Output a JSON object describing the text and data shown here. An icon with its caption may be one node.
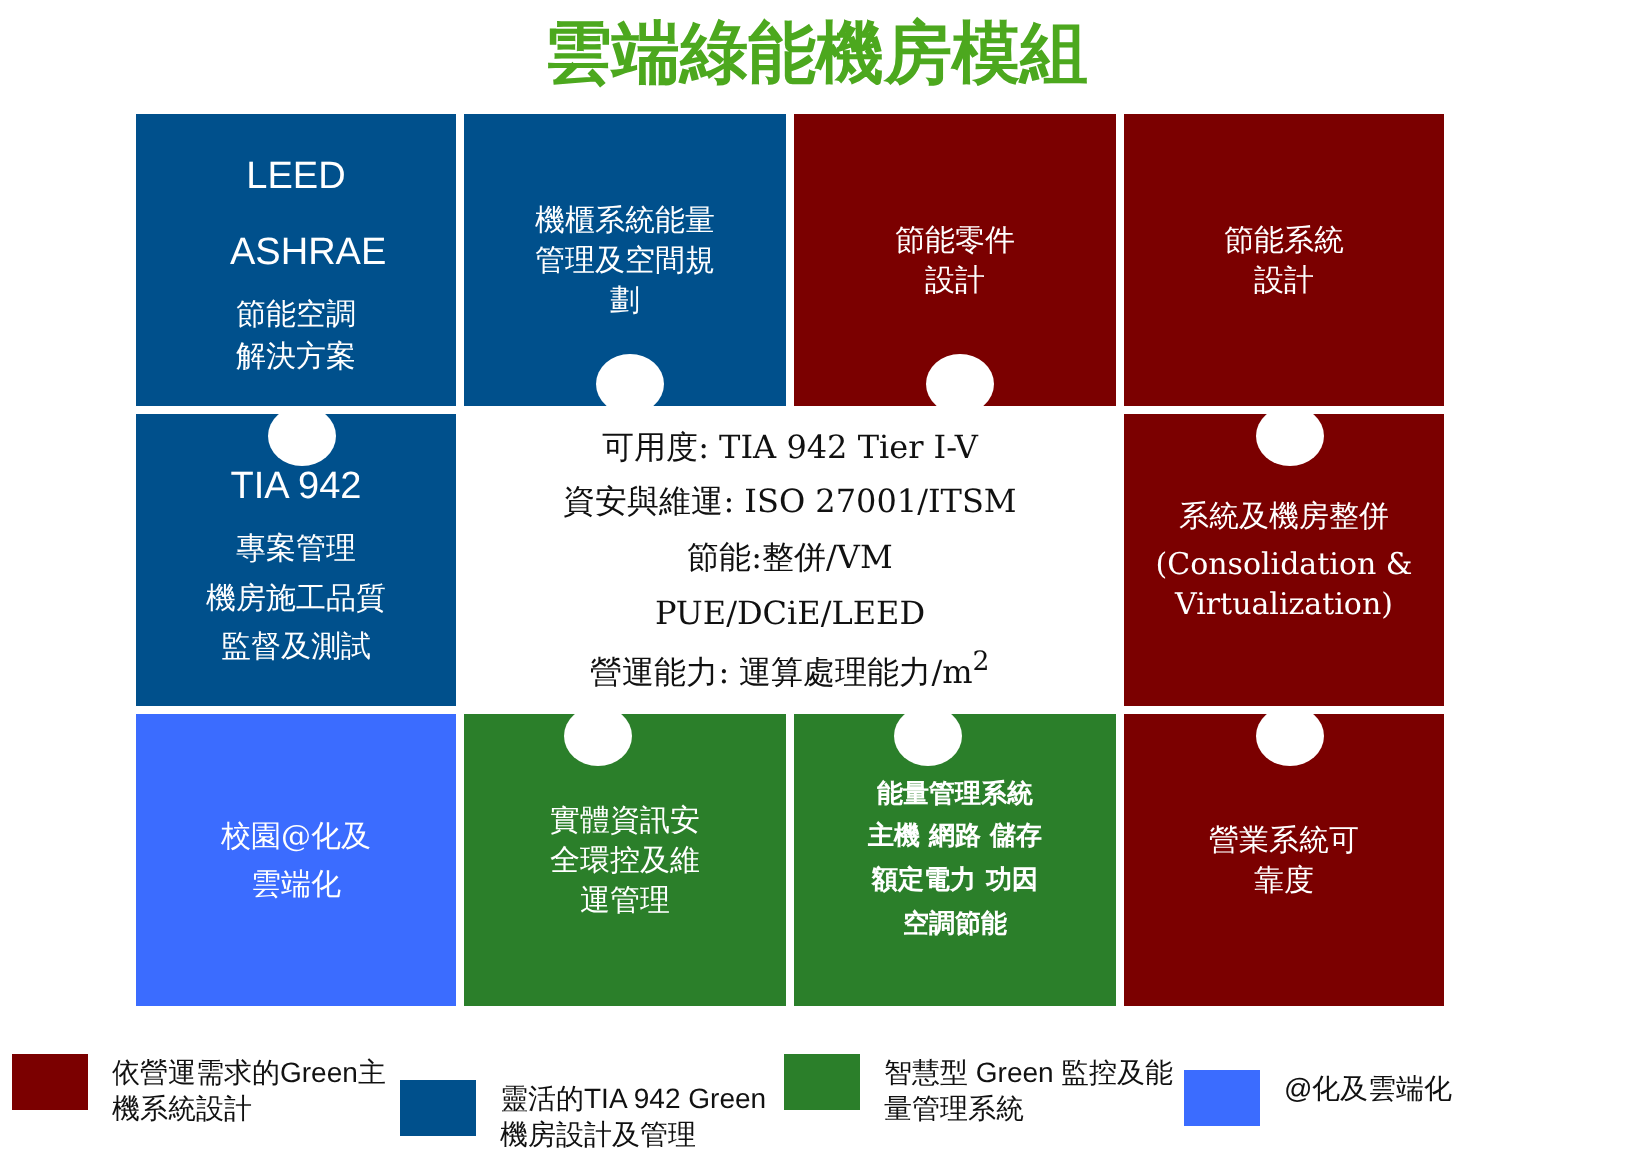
{
  "diagram": {
    "title": "雲端綠能機房模組",
    "nodes": [
      {
        "text": [
          "LEED",
          "ASHRAE",
          "節能空調解決方案"
        ]
      },
      {
        "text": [
          "機櫃系統能量管理及空間規劃"
        ]
      },
      {
        "text": [
          "節能零件設計"
        ]
      },
      {
        "text": [
          "節能系統設計"
        ]
      },
      {
        "text": [
          "TIA 942",
          "專案管理",
          "機房施工品質",
          "監督及測試"
        ]
      },
      {
        "text": [
          "可用度: TIA 942 Tier I-V",
          "資安與維運: ISO 27001/ITSM",
          "節能:整併/VM",
          "PUE/DCiE/LEED",
          "營運能力: 運算處理能力/m$^{2}$"
        ]
      },
      {
        "text": [
          "系統及機房整併",
          "(Consolidation & Virtualization)"
        ]
      },
      {
        "text": [
          "校園@化及",
          "雲端化"
        ]
      },
      {
        "text": [
          "實體資訊安全環控及維運管理"
        ]
      },
      {
        "text": [
          "能量管理系統",
          "主機 網路 儲存",
          "額定電力 功因",
          "空調節能"
        ]
      },
      {
        "text": [
          "營業系統可靠度"
        ]
      }
    ],
    "legend": [
      {
        "text": "依營運需求的Green主機系統設計",
        "color": "#7b0000"
      },
      {
        "text": "靈活的TIA 942 Green 機房設計及管理",
        "color": "#00508c"
      },
      {
        "text": "智慧型 Green 監控及能量管理系統",
        "color": "#2b7f2a"
      },
      {
        "text": "@化及雲端化",
        "color": "#3b6cff"
      }
    ]
  }
}
